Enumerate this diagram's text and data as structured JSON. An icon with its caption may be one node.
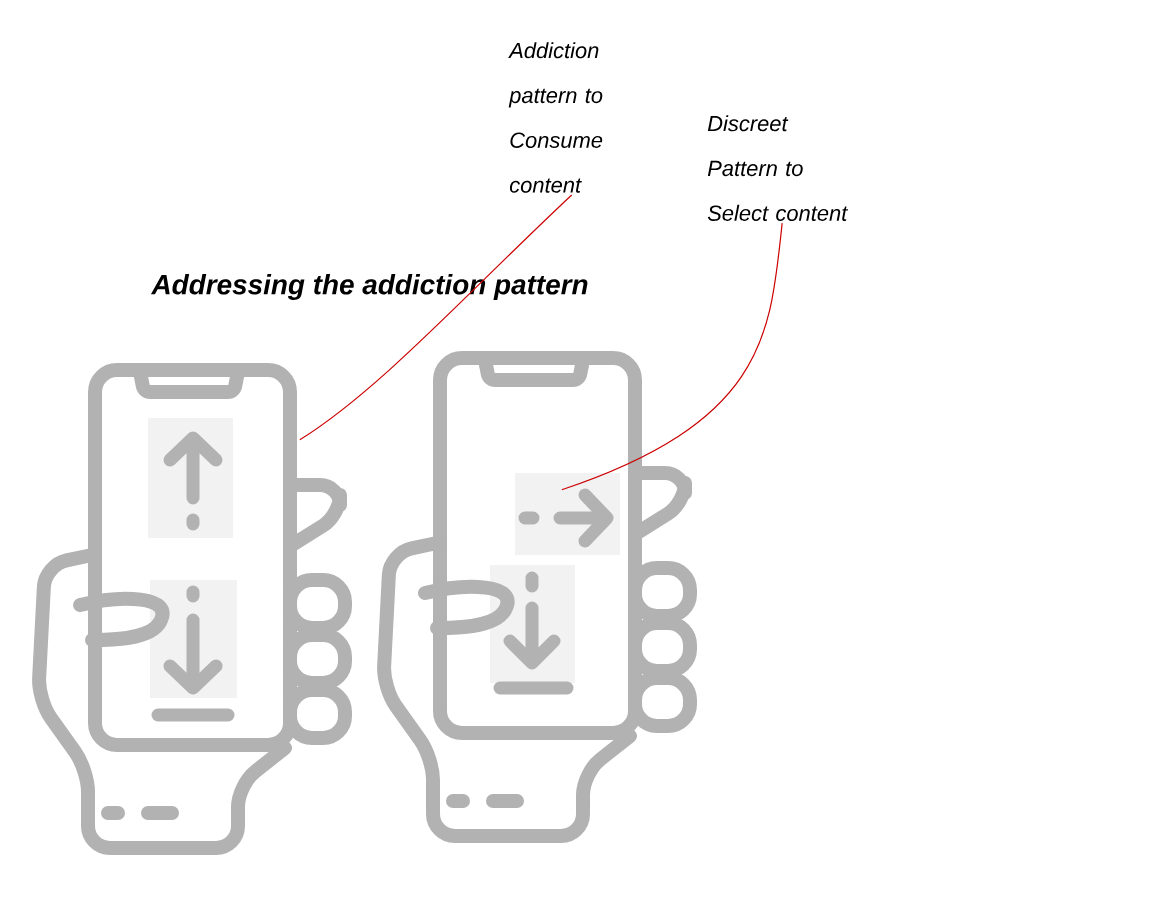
{
  "diagram": {
    "title": "Addressing the addiction pattern",
    "nodes": [
      {
        "text": [
          "Addiction pattern to Consume content"
        ]
      },
      {
        "text": [
          "Discreet Pattern to Select content"
        ]
      },
      {
        "text": [],
        "shape": "picture"
      },
      {
        "text": [],
        "shape": "picture"
      }
    ],
    "edges": [
      {
        "from": 0,
        "to": 2,
        "arrow": "none",
        "color": "#cc0000"
      },
      {
        "from": 1,
        "to": 3,
        "arrow": "none",
        "color": "#cc0000"
      }
    ]
  }
}
